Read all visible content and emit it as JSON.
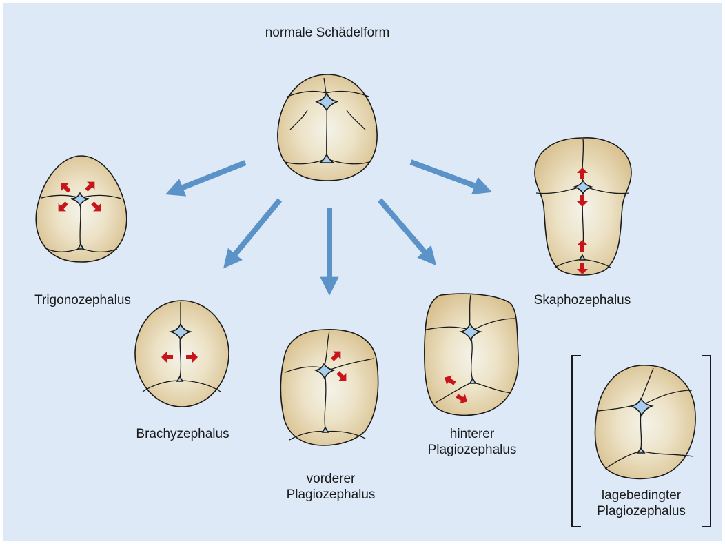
{
  "labels": {
    "normal": "normale Schädelform",
    "trigono": "Trigonozephalus",
    "brachy": "Brachyzephalus",
    "vorderer": [
      "vorderer",
      "Plagiozephalus"
    ],
    "hinterer": [
      "hinterer",
      "Plagiozephalus"
    ],
    "skapho": "Skaphozephalus",
    "lagebedingt": [
      "lagebedingter",
      "Plagiozephalus"
    ]
  },
  "colors": {
    "background": "#dde9f7",
    "bone": "#d9c08e",
    "bone_highlight": "#f4f3ea",
    "fontanelle": "#a9cdec",
    "outline": "#1a1a1a",
    "arrow": "#5b93c8",
    "growth_arrow": "#c8141b"
  }
}
